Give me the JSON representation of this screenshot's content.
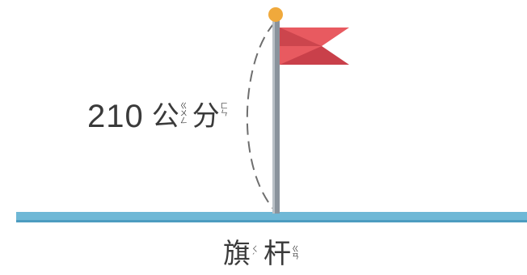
{
  "height_label": {
    "number": "210",
    "char1": "公",
    "char1_zhuyin": "ㄍ\nㄨ\nㄥ",
    "char2": "分",
    "char2_zhuyin": "ㄈ\nㄣ"
  },
  "caption": {
    "char1": "旗",
    "char1_zhuyin": "ㄑ\nˊ",
    "char2": "杆",
    "char2_zhuyin": "ㄍ\nㄢ"
  },
  "colors": {
    "ground": "#6fb8d6",
    "ground_edge": "#4d9cc0",
    "pole": "#8a939c",
    "pole_highlight": "#b9c0c6",
    "knob": "#f0a93c",
    "flag_light": "#e85a60",
    "flag_dark": "#b4343e",
    "text": "#3a3a3a",
    "dashed_arc": "#6e6e6e"
  }
}
